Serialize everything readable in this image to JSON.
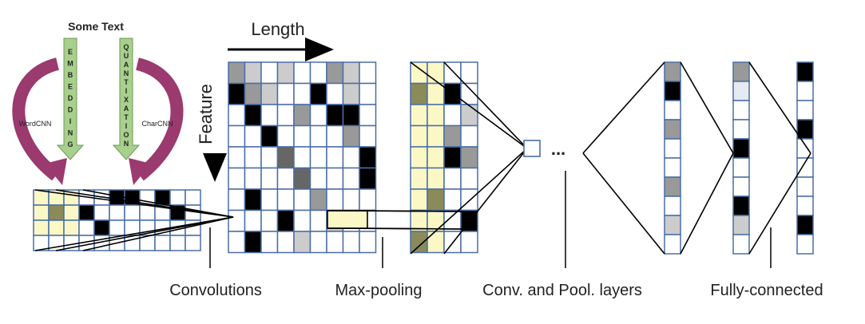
{
  "title": "Some Text",
  "embedding_letters": [
    "E",
    "M",
    "B",
    "E",
    "D",
    "D",
    "I",
    "N",
    "G"
  ],
  "quantization_letters": [
    "Q",
    "U",
    "A",
    "N",
    "T",
    "I",
    "X",
    "A",
    "T",
    "I",
    "O",
    "N"
  ],
  "left_method": "WordCNN",
  "right_method": "CharCNN",
  "axis_length": "Length",
  "axis_feature": "Feature",
  "ellipsis": "...",
  "stage_labels": {
    "convolutions": "Convolutions",
    "max_pooling": "Max-pooling",
    "conv_pool": "Conv. and Pool. layers",
    "fully_connected": "Fully-connected"
  },
  "colors": {
    "grid_line": "#4a6fa5",
    "black": "#000000",
    "dark_gray": "#666666",
    "mid_gray": "#999999",
    "light_gray": "#cccccc",
    "pale": "#e6eaf2",
    "yellow": "#fbf8c6",
    "olive": "#8b8b5a",
    "green_arrow": "#a8d08d",
    "purple_arrow": "#9b3a6f"
  },
  "matrices": {
    "input_left": [
      [
        "y",
        "y",
        "y",
        "w",
        "w",
        "k",
        "k",
        "w",
        "k",
        "w",
        "w"
      ],
      [
        "y",
        "o",
        "y",
        "k",
        "w",
        "w",
        "w",
        "w",
        "w",
        "k",
        "w"
      ],
      [
        "y",
        "y",
        "y",
        "w",
        "k",
        "w",
        "w",
        "w",
        "w",
        "w",
        "w"
      ],
      [
        "w",
        "w",
        "w",
        "w",
        "w",
        "w",
        "w",
        "w",
        "w",
        "w",
        "w"
      ]
    ],
    "feature_map": [
      [
        "g",
        "l",
        "w",
        "l",
        "w",
        "w",
        "g",
        "l",
        "w"
      ],
      [
        "k",
        "g",
        "l",
        "w",
        "w",
        "k",
        "w",
        "l",
        "w"
      ],
      [
        "w",
        "k",
        "w",
        "w",
        "g",
        "w",
        "k",
        "k",
        "w"
      ],
      [
        "w",
        "w",
        "k",
        "w",
        "w",
        "w",
        "w",
        "g",
        "w"
      ],
      [
        "w",
        "w",
        "w",
        "d",
        "w",
        "w",
        "w",
        "w",
        "k"
      ],
      [
        "w",
        "w",
        "w",
        "w",
        "d",
        "w",
        "w",
        "w",
        "k"
      ],
      [
        "w",
        "k",
        "w",
        "w",
        "w",
        "g",
        "w",
        "w",
        "w"
      ],
      [
        "w",
        "w",
        "w",
        "k",
        "w",
        "w",
        "l",
        "w",
        "w"
      ],
      [
        "w",
        "k",
        "w",
        "w",
        "l",
        "w",
        "w",
        "w",
        "w"
      ]
    ],
    "pooled": [
      [
        "y",
        "y",
        "w",
        "w"
      ],
      [
        "o",
        "y",
        "k",
        "w"
      ],
      [
        "y",
        "y",
        "w",
        "l"
      ],
      [
        "y",
        "y",
        "g",
        "w"
      ],
      [
        "y",
        "y",
        "k",
        "g"
      ],
      [
        "y",
        "y",
        "w",
        "w"
      ],
      [
        "y",
        "o",
        "w",
        "w"
      ],
      [
        "y",
        "y",
        "w",
        "k"
      ],
      [
        "o",
        "y",
        "w",
        "w"
      ]
    ],
    "conv_layer_col": [
      "g",
      "k",
      "w",
      "g",
      "w",
      "w",
      "g",
      "w",
      "l",
      "w"
    ],
    "fc1_col": [
      "g",
      "p",
      "w",
      "w",
      "k",
      "w",
      "w",
      "k",
      "l",
      "w"
    ],
    "fc2_col": [
      "k",
      "w",
      "w",
      "k",
      "w",
      "w",
      "w",
      "w",
      "k",
      "w"
    ]
  }
}
